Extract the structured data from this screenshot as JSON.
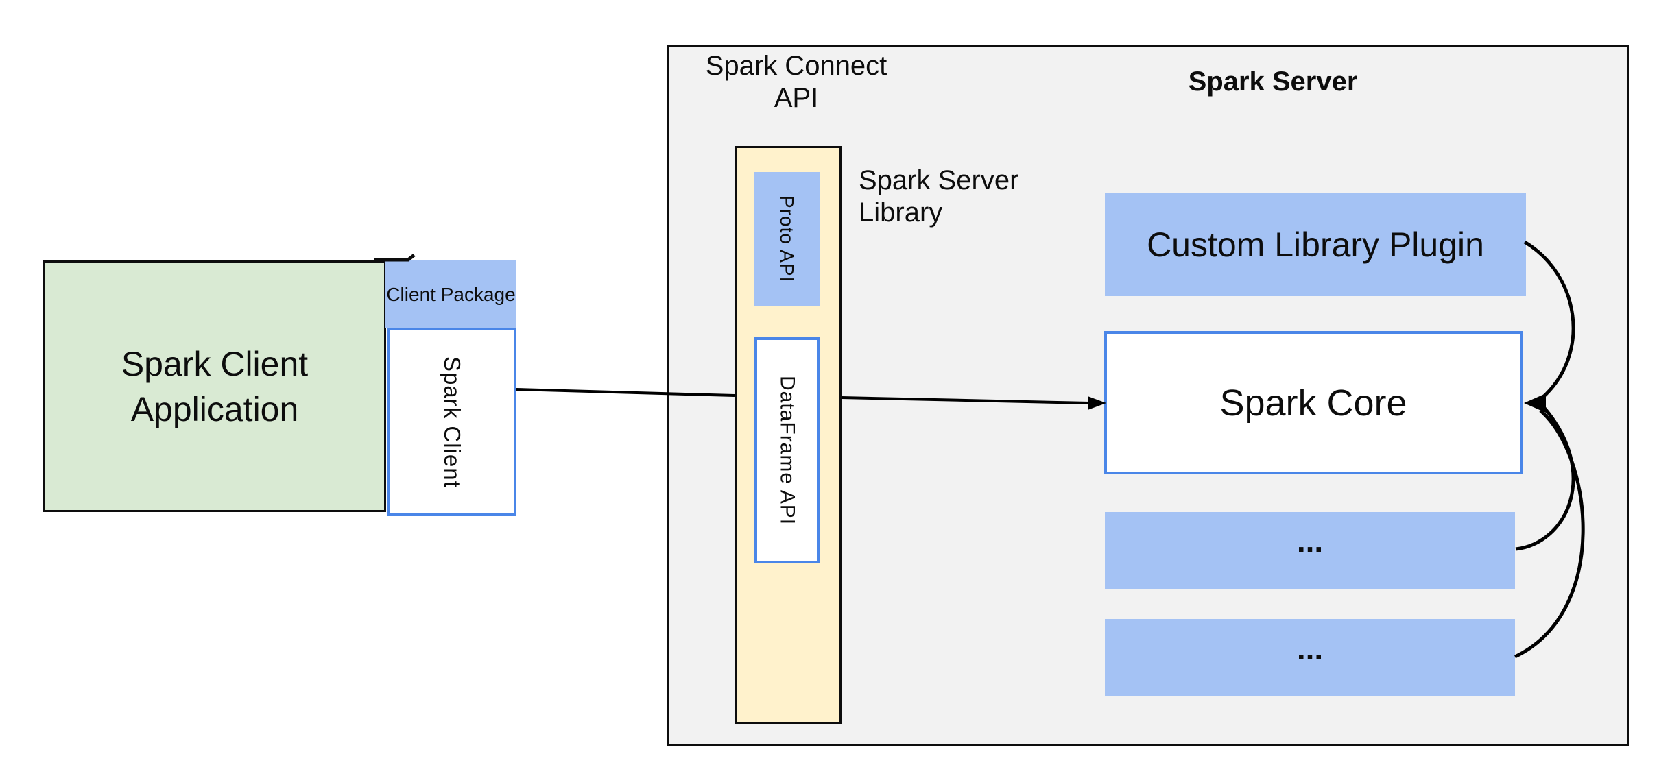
{
  "diagram": {
    "client": {
      "application_label": "Spark Client Application",
      "package_label": "Client Package",
      "spark_client_label": "Spark Client"
    },
    "connect": {
      "title": "Spark Connect API",
      "proto_api_label": "Proto API",
      "dataframe_api_label": "DataFrame API",
      "server_library_label": "Spark Server Library"
    },
    "server": {
      "title": "Spark Server",
      "plugin_label": "Custom Library Plugin",
      "core_label": "Spark Core",
      "extension_row_1": "...",
      "extension_row_2": "..."
    }
  },
  "palette": {
    "green_fill": "#d9ead3",
    "blue_fill": "#a4c2f4",
    "blue_border": "#4a86e8",
    "yellow_fill": "#fff2cc",
    "gray_fill": "#f2f2f2",
    "line_color": "#000000",
    "text_color": "#0d0d0d",
    "background": "#ffffff"
  }
}
